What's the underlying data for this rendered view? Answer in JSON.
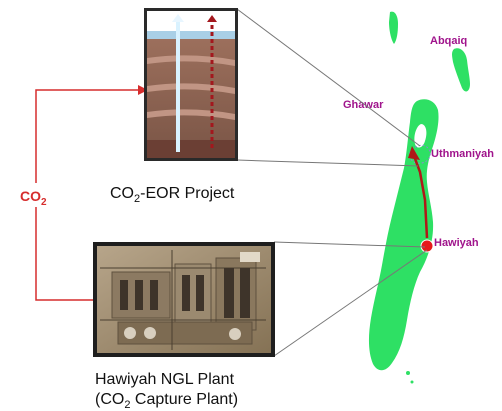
{
  "labels": {
    "co2_prefix": "CO",
    "co2_sub": "2",
    "eor_prefix": "CO",
    "eor_sub": "2",
    "eor_suffix": "-EOR Project",
    "plant_line1": "Hawiyah NGL Plant",
    "plant_line2_prefix": "(CO",
    "plant_line2_sub": "2",
    "plant_line2_suffix": " Capture Plant)"
  },
  "map_labels": {
    "abqaiq": "Abqaiq",
    "ghawar": "Ghawar",
    "uthmaniyah": "Uthmaniyah",
    "hawiyah": "Hawiyah"
  },
  "colors": {
    "red": "#d62d2d",
    "field_green": "#2ee064",
    "label_purple": "#a0148c",
    "dark_red": "#b01818",
    "point_red": "#e61b1b"
  }
}
